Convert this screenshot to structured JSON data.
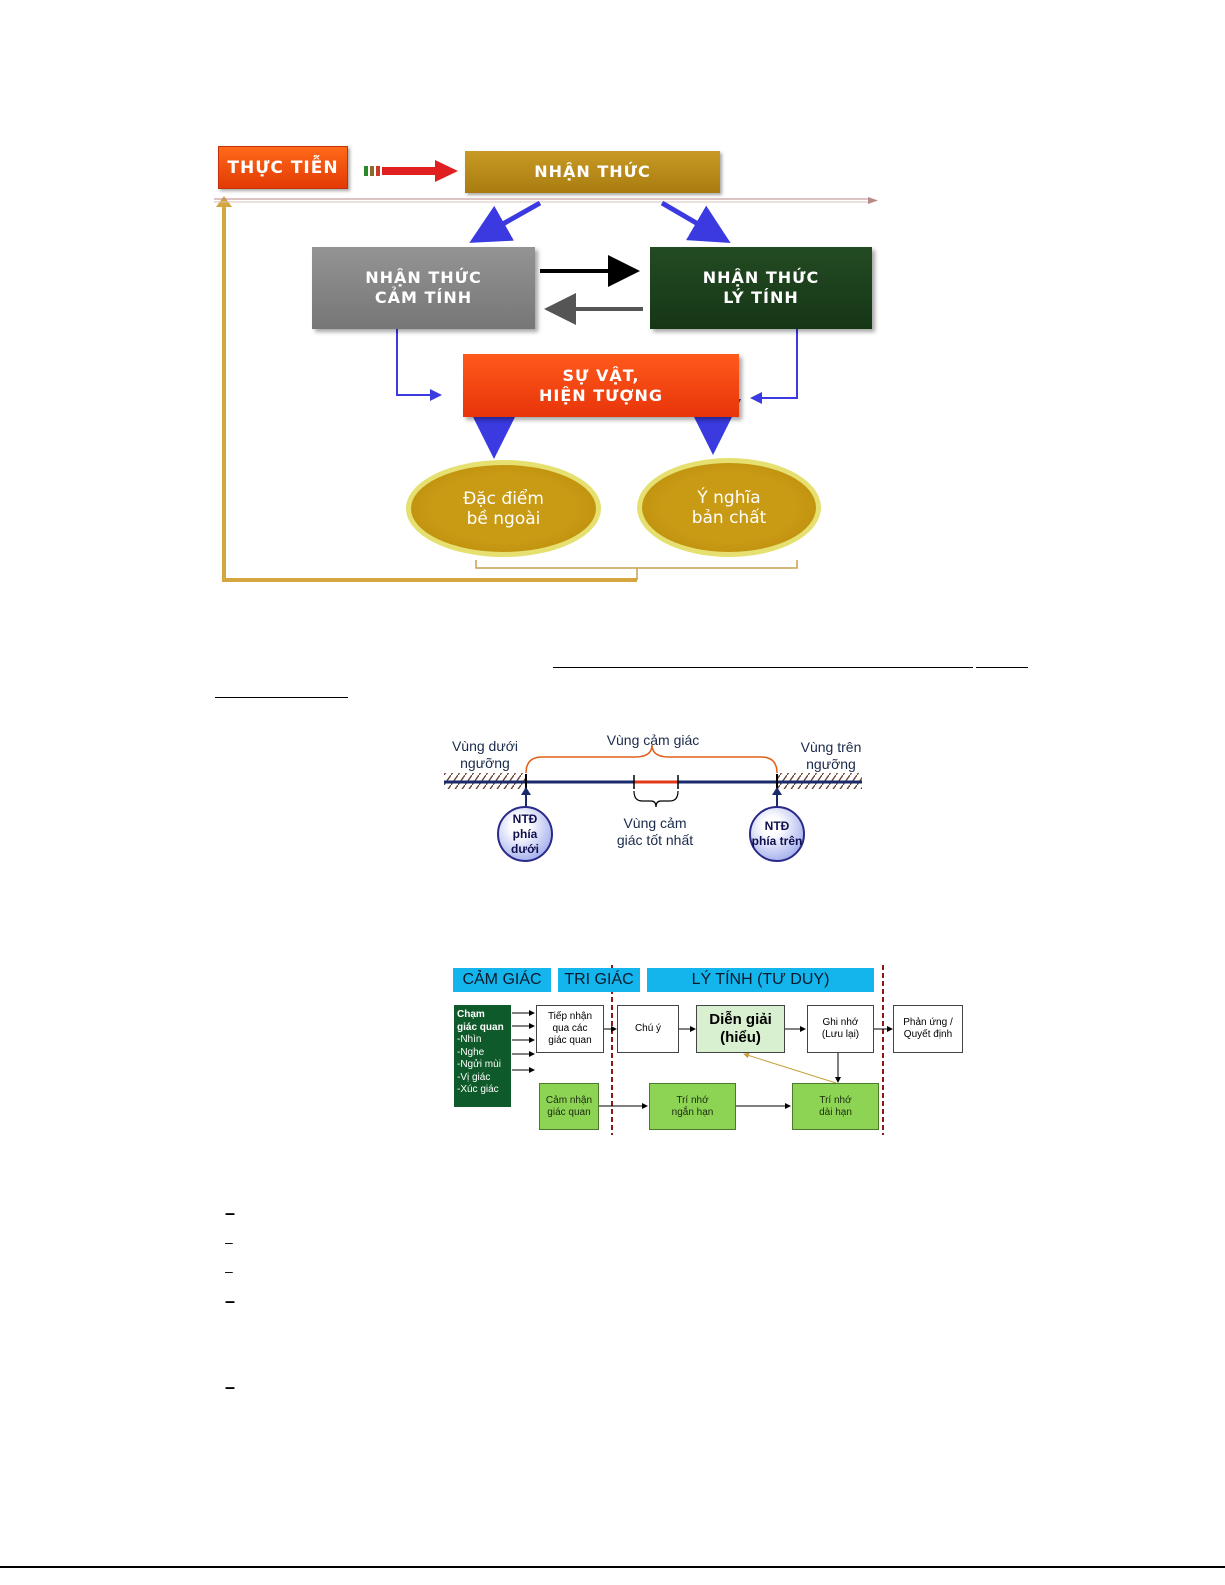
{
  "diagram1": {
    "thuc_tien": "THỰC TIỄN",
    "nhan_thuc": "NHẬN THỨC",
    "nhan_thuc_cam_tinh": "NHẬN THỨC\nCẢM TÍNH",
    "nhan_thuc_ly_tinh": "NHẬN THỨC\nLÝ TÍNH",
    "su_vat_hien_tuong": "SỰ VẬT,\nHIỆN TƯỢNG",
    "dac_diem_be_ngoai": "Đặc điểm\nbề ngoài",
    "y_nghia_ban_chat": "Ý nghĩa\nbản chất"
  },
  "diagram2": {
    "vung_duoi_nguong": "Vùng dưới\nngưỡng",
    "vung_cam_giac": "Vùng cảm giác",
    "vung_tren_nguong": "Vùng trên\nngưỡng",
    "vung_cam_giac_tot_nhat": "Vùng cảm\ngiác tốt nhất",
    "ntd_phia_duoi": "NTĐ\nphía dưới",
    "ntd_phia_tren": "NTĐ\nphía trên"
  },
  "diagram3": {
    "headers": {
      "cam_giac": "CẢM GIÁC",
      "tri_giac": "TRI GIÁC",
      "ly_tinh": "LÝ TÍNH (TƯ DUY)"
    },
    "senses_title": "Chạm\ngiác quan",
    "senses_items": "-Nhìn\n-Nghe\n-Ngửi mùi\n-Vị giác\n-Xúc giác",
    "tiep_nhan": "Tiếp nhận\nqua các\ngiác quan",
    "chu_y": "Chú ý",
    "dien_giai": "Diễn giải\n(hiểu)",
    "ghi_nho": "Ghi nhớ\n(Lưu lại)",
    "phan_ung": "Phản ứng /\nQuyết định",
    "cam_nhan": "Cảm nhận\ngiác quan",
    "tri_nho_ngan_han": "Trí nhớ\nngắn hạn",
    "tri_nho_dai_han": "Trí nhớ\ndài hạn"
  },
  "bullets": [
    "–",
    "–",
    "–",
    "–",
    "–"
  ],
  "colors": {
    "arrow_blue": "#3a3ae0",
    "feedback_gold": "#d4a640",
    "header_blue": "#14b4ec",
    "box_green": "#8ed454",
    "dark_green": "#0e5a2a",
    "divider_red": "#8a1a1a"
  }
}
